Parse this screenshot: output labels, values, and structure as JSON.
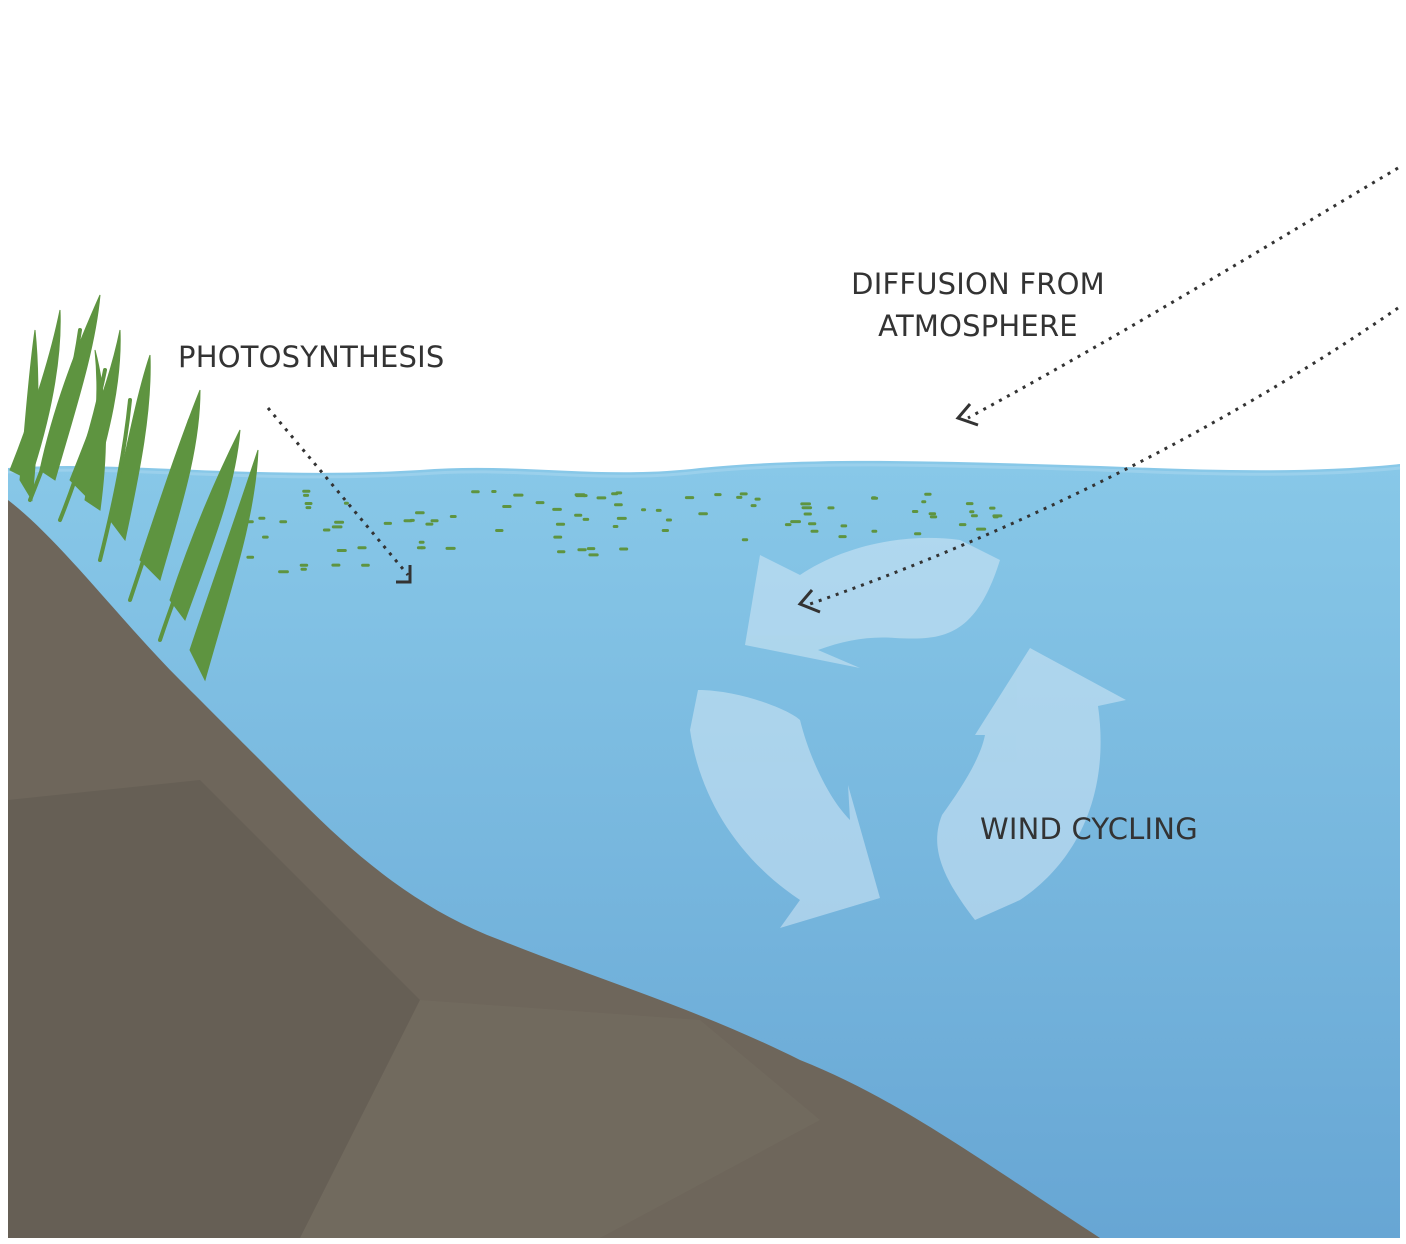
{
  "labels": {
    "photosynthesis": "PHOTOSYNTHESIS",
    "diffusion_line1": "DIFFUSION FROM",
    "diffusion_line2": "ATMOSPHERE",
    "wind_cycling": "WIND CYCLING"
  },
  "colors": {
    "water_top": "#86c6e6",
    "water_bottom": "#6aa8d6",
    "ground": "#6e665b",
    "grass": "#5e9440",
    "bubbles": "#5e9440",
    "cycle_arrows": "#cfe6f4",
    "arrow_lines": "#333333"
  }
}
